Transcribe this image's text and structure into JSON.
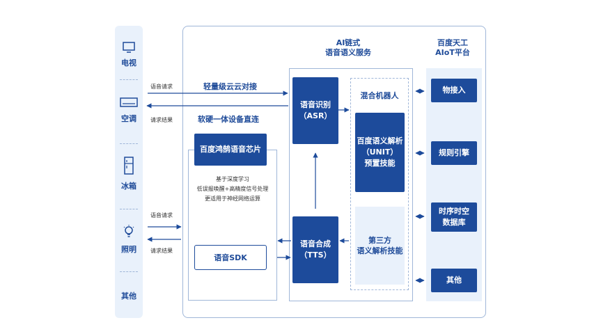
{
  "devices": [
    {
      "label": "电视",
      "icon": "tv-icon"
    },
    {
      "label": "空调",
      "icon": "air-conditioner-icon"
    },
    {
      "label": "冰箱",
      "icon": "fridge-icon"
    },
    {
      "label": "照明",
      "icon": "lightbulb-icon"
    },
    {
      "label": "其他",
      "icon": ""
    }
  ],
  "flows": {
    "request_1": "语音请求",
    "result_1": "请求结果",
    "request_2": "语音请求",
    "result_2": "请求结果",
    "cloud_link": "轻量级云云对接",
    "hardware_link": "软硬一体设备直连"
  },
  "chip": {
    "title": "百度鸿鹄语音芯片",
    "features": [
      "基于深度学习",
      "低误报唤醒+高精度信号处理",
      "更适用于神经网络运算"
    ],
    "sdk": "语音SDK"
  },
  "ai_service": {
    "title_line1": "AI链式",
    "title_line2": "语音语义服务",
    "asr_line1": "语音识别",
    "asr_line2": "（ASR）",
    "tts_line1": "语音合成",
    "tts_line2": "（TTS）",
    "hybrid_robot": "混合机器人",
    "unit_line1": "百度语义解析",
    "unit_line2": "（UNIT）",
    "unit_line3": "预置技能",
    "third_party_line1": "第三方",
    "third_party_line2": "语义解析技能"
  },
  "aiot": {
    "title_line1": "百度天工",
    "title_line2": "AIoT平台",
    "items": [
      "物接入",
      "规则引擎",
      "时序时空",
      "数据库",
      "其他"
    ]
  },
  "colors": {
    "primary": "#1d4b9b",
    "light": "#e9f1fb",
    "border": "#9fb6d8"
  }
}
